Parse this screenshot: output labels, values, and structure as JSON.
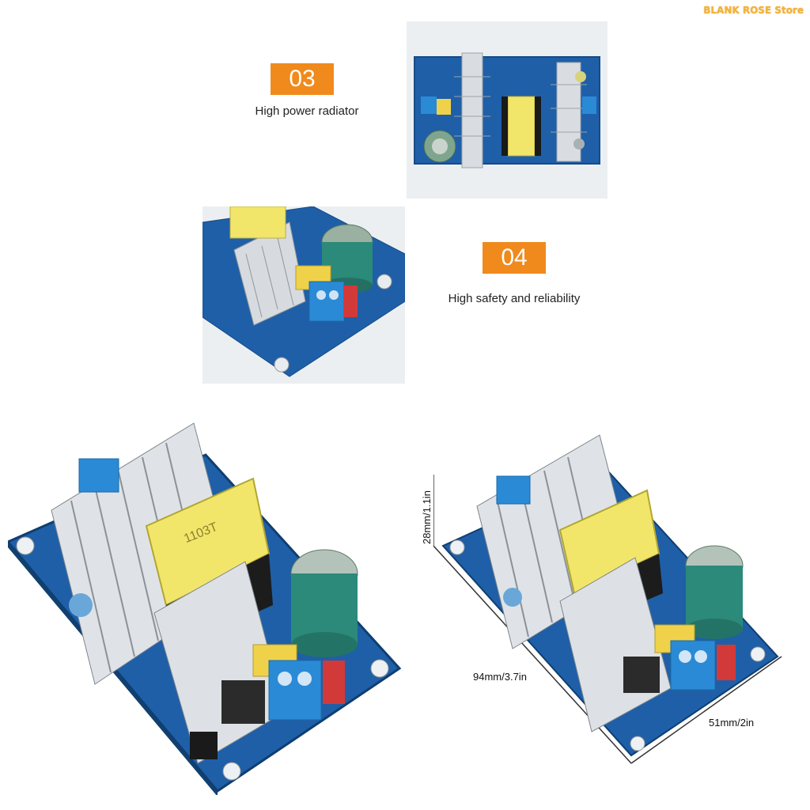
{
  "watermark": "BLANK ROSE Store",
  "features": [
    {
      "number": "03",
      "caption": "High power radiator"
    },
    {
      "number": "04",
      "caption": "High safety and reliability"
    }
  ],
  "dimensions": {
    "height": "28mm/1.1in",
    "length": "94mm/3.7in",
    "width": "51mm/2in"
  },
  "transformer_label": "1103T",
  "colors": {
    "badge": "#f08a1c",
    "pcb": "#1e5fa8",
    "transformer": "#f2e66a",
    "capacitor": "#2b8a7a"
  }
}
